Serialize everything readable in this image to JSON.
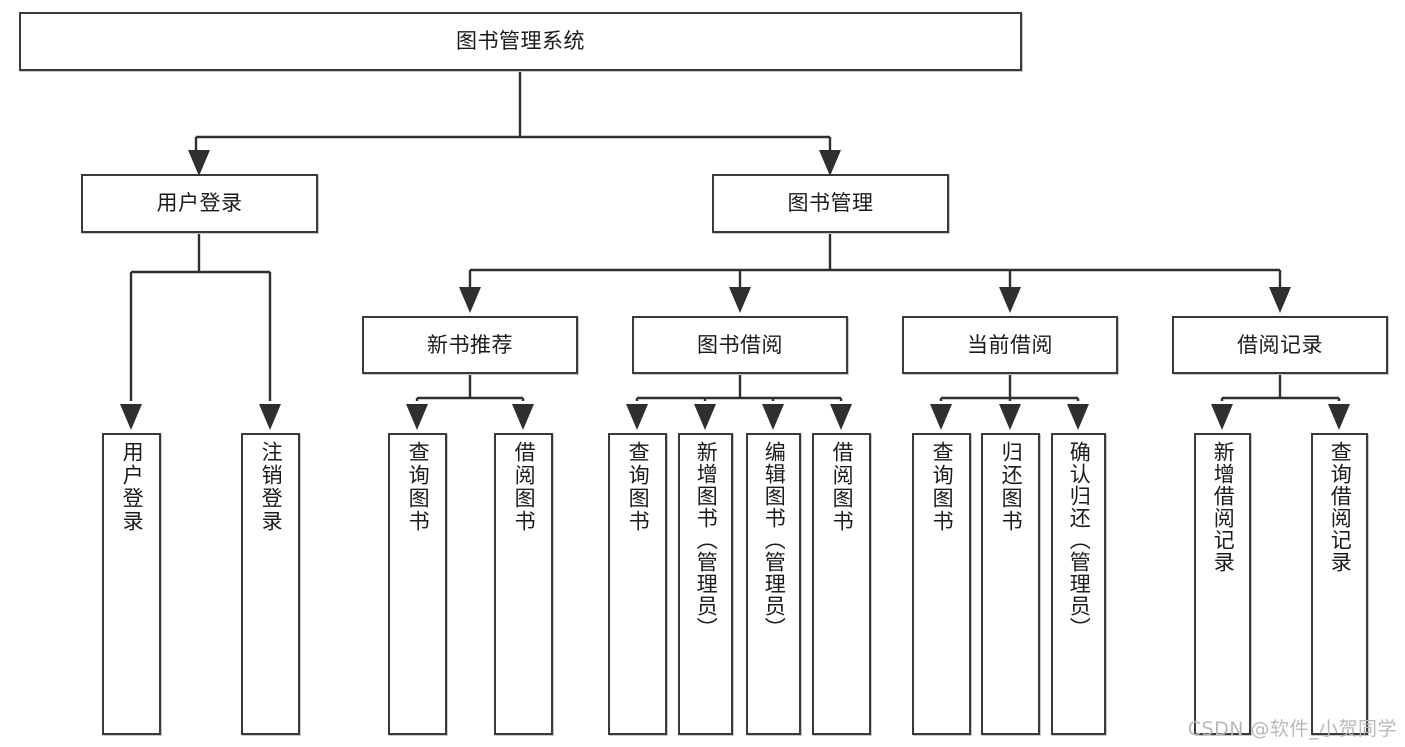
{
  "diagram": {
    "title": "图书管理系统",
    "type": "tree-hierarchy-diagram",
    "watermark": "CSDN @软件_小贺同学",
    "colors": {
      "box_border": "#3a3a3a",
      "box_fill": "#ffffff",
      "connector": "#2f2f2f",
      "text": "#1b1b1b",
      "watermark": "#b9b9b9",
      "background": "#ffffff"
    },
    "root": {
      "label": "图书管理系统"
    },
    "level2": [
      {
        "label": "用户登录"
      },
      {
        "label": "图书管理"
      }
    ],
    "level3": [
      {
        "label": "新书推荐"
      },
      {
        "label": "图书借阅"
      },
      {
        "label": "当前借阅"
      },
      {
        "label": "借阅记录"
      }
    ],
    "leaves": {
      "user_login": [
        {
          "label": "用户登录"
        },
        {
          "label": "注销登录"
        }
      ],
      "new_book_recommend": [
        {
          "label": "查询图书"
        },
        {
          "label": "借阅图书"
        }
      ],
      "book_borrow": [
        {
          "label": "查询图书"
        },
        {
          "label": "新增图书（管理员）"
        },
        {
          "label": "编辑图书（管理员）"
        },
        {
          "label": "借阅图书"
        }
      ],
      "current_borrow": [
        {
          "label": "查询图书"
        },
        {
          "label": "归还图书"
        },
        {
          "label": "确认归还（管理员）"
        }
      ],
      "borrow_record": [
        {
          "label": "新增借阅记录"
        },
        {
          "label": "查询借阅记录"
        }
      ]
    }
  }
}
